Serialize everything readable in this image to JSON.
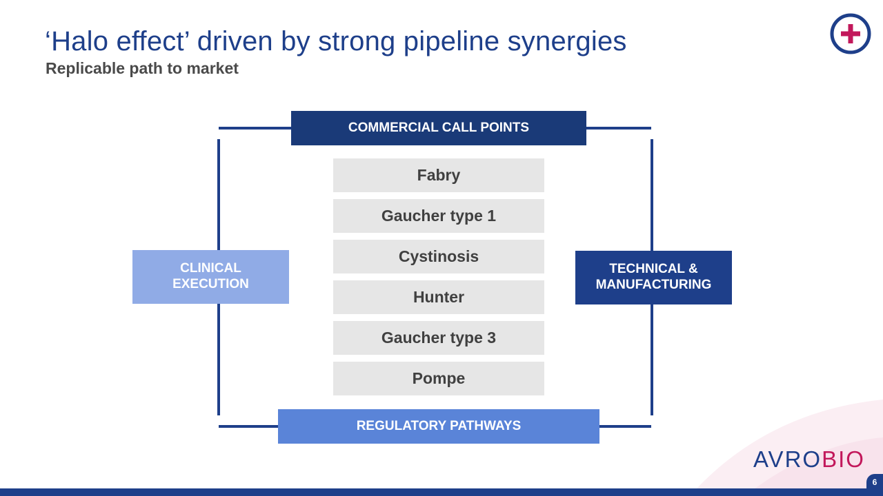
{
  "header": {
    "title": "‘Halo effect’ driven by strong pipeline synergies",
    "subtitle": "Replicable path to market"
  },
  "diagram": {
    "top_box": "COMMERCIAL CALL POINTS",
    "bottom_box": "REGULATORY PATHWAYS",
    "left_box_line1": "CLINICAL",
    "left_box_line2": "EXECUTION",
    "right_box_line1": "TECHNICAL &",
    "right_box_line2": "MANUFACTURING",
    "diseases": [
      "Fabry",
      "Gaucher type 1",
      "Cystinosis",
      "Hunter",
      "Gaucher type 3",
      "Pompe"
    ]
  },
  "brand": {
    "logo_part1": "AVRO",
    "logo_part2": "BIO",
    "primary_color": "#1e3f8a",
    "accent_color": "#c2185b",
    "icon": "plus-circle-icon"
  },
  "footer": {
    "page_number": "6"
  }
}
